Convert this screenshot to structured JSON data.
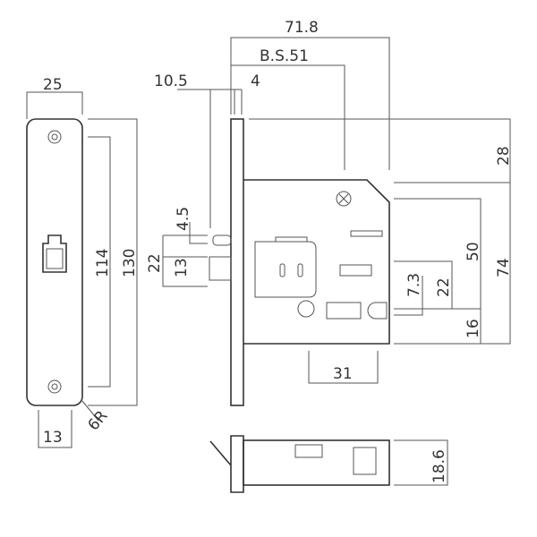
{
  "strike_plate": {
    "width": "25",
    "hole_spacing": "114",
    "height": "130",
    "bottom_width": "13",
    "radius": "6R"
  },
  "lock_front": {
    "overall": "71.8",
    "backset": "B.S.51",
    "latch_projection": "10.5",
    "forend": "4",
    "deadbolt_thickness": "4.5",
    "latch_height": "22",
    "bolt_height": "13",
    "top_offset": "28",
    "follower_distance": "50",
    "case_height": "74",
    "small_gap": "7.3",
    "lower_distance": "22",
    "bottom_offset": "16",
    "cylinder_width": "31"
  },
  "lock_bottom": {
    "thickness": "18.6"
  }
}
